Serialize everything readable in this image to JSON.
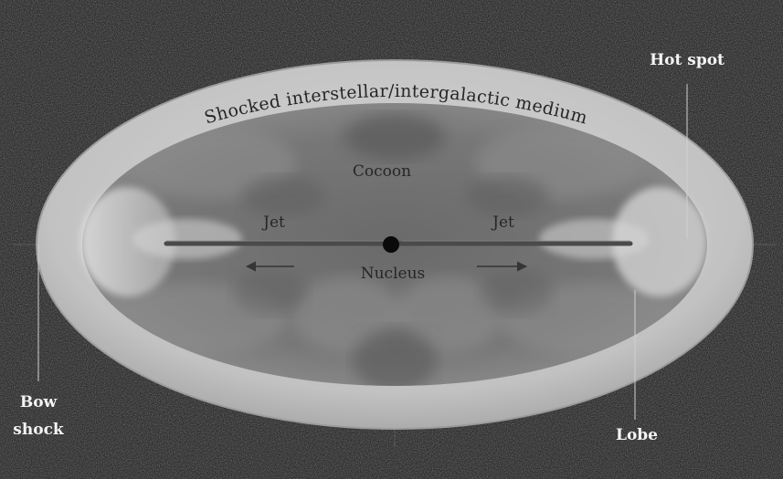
{
  "diagram": {
    "labels": {
      "medium": "Shocked interstellar/intergalactic medium",
      "cocoon": "Cocoon",
      "jet_left": "Jet",
      "jet_right": "Jet",
      "nucleus": "Nucleus",
      "hot_spot": "Hot spot",
      "bow_shock_line1": "Bow",
      "bow_shock_line2": "shock",
      "lobe": "Lobe"
    },
    "colors": {
      "background": "#2f2f2f",
      "shocked_medium": "#c4c4c4",
      "cocoon_fill": "#6e6e6e",
      "jet": "#4a4a4a",
      "nucleus": "#0a0a0a",
      "label_light": "#f4f4f4",
      "label_dark": "#262626"
    }
  }
}
